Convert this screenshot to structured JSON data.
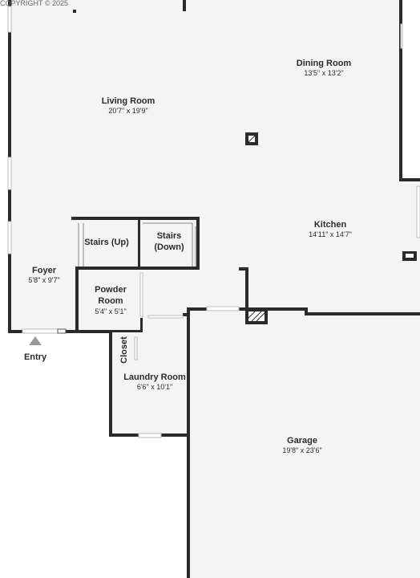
{
  "copyright": "COPYRIGHT © 2025",
  "entry_label": "Entry",
  "colors": {
    "floor": "#f4f4f4",
    "wall": "#2a2a2a",
    "window": "#bdbdbd",
    "marker": "#9a9a9a"
  },
  "rooms": {
    "dining": {
      "name": "Dining Room",
      "dims": "13'5\" x 13'2\""
    },
    "living": {
      "name": "Living Room",
      "dims": "20'7\" x 19'9\""
    },
    "kitchen": {
      "name": "Kitchen",
      "dims": "14'11\" x 14'7\""
    },
    "stairs_up": {
      "name": "Stairs (Up)"
    },
    "stairs_down": {
      "line1": "Stairs",
      "line2": "(Down)"
    },
    "foyer": {
      "name": "Foyer",
      "dims": "5'8\" x 9'7\""
    },
    "powder": {
      "line1": "Powder",
      "line2": "Room",
      "dims": "5'4\" x 5'1\""
    },
    "closet": {
      "name": "Closet"
    },
    "laundry": {
      "name": "Laundry Room",
      "dims": "6'6\" x 10'1\""
    },
    "garage": {
      "name": "Garage",
      "dims": "19'8\" x 23'6\""
    }
  }
}
